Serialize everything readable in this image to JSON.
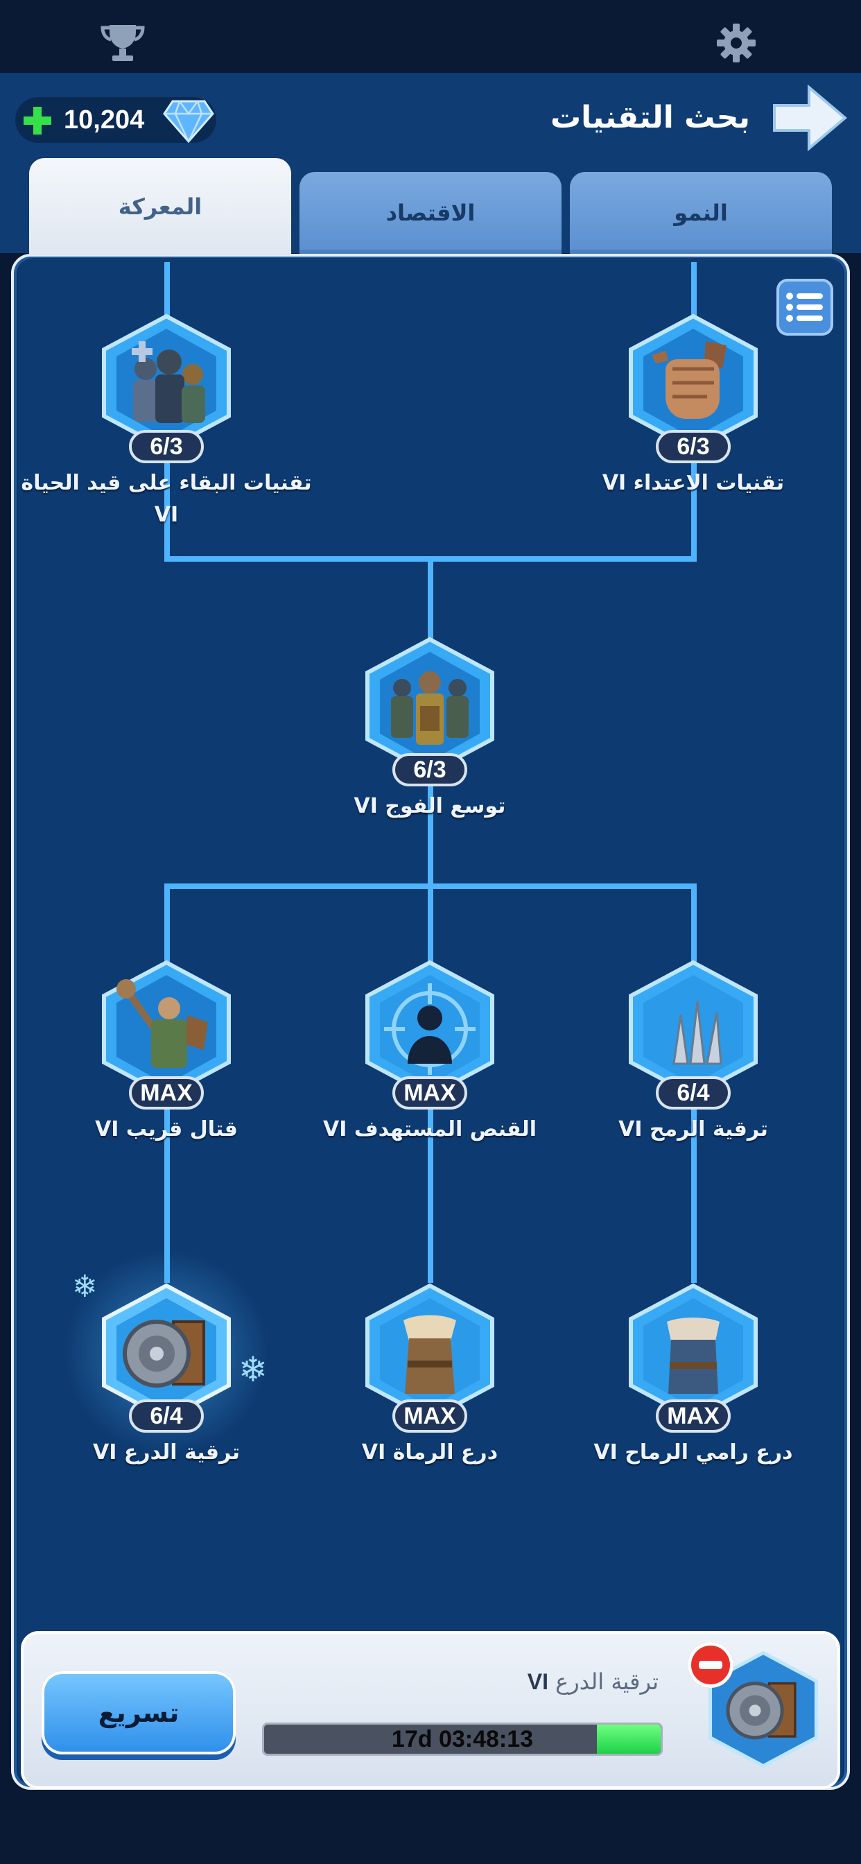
{
  "header": {
    "title": "بحث التقنيات",
    "currency_value": "10,204",
    "icons": {
      "trophy": "trophy-icon",
      "settings": "gear-icon",
      "back": "arrow-right-icon",
      "add": "plus-icon",
      "gem": "diamond-icon"
    }
  },
  "tabs": [
    {
      "label": "النمو",
      "active": false
    },
    {
      "label": "الاقتصاد",
      "active": false
    },
    {
      "label": "المعركة",
      "active": true
    }
  ],
  "tree": {
    "nodes": [
      {
        "id": "offense",
        "label": "تقنيات الاعتداء VI",
        "badge": "6/3",
        "icon": "fist-icon"
      },
      {
        "id": "survival",
        "label": "تقنيات البقاء على قيد الحياة VI",
        "badge": "6/3",
        "icon": "medic-squad-icon"
      },
      {
        "id": "squad",
        "label": "توسع الفوج VI",
        "badge": "6/3",
        "icon": "squad-icon"
      },
      {
        "id": "spear",
        "label": "ترقية الرمح VI",
        "badge": "6/4",
        "icon": "spear-icon"
      },
      {
        "id": "sniper",
        "label": "القنص المستهدف VI",
        "badge": "MAX",
        "icon": "target-icon"
      },
      {
        "id": "melee",
        "label": "قتال قريب VI",
        "badge": "MAX",
        "icon": "warrior-icon"
      },
      {
        "id": "spearman-armor",
        "label": "درع رامي الرماح VI",
        "badge": "MAX",
        "icon": "armor-icon"
      },
      {
        "id": "archer-armor",
        "label": "درع الرماة VI",
        "badge": "MAX",
        "icon": "coat-icon"
      },
      {
        "id": "armor-upgrade",
        "label": "ترقية الدرع VI",
        "badge": "6/4",
        "icon": "shield-icon"
      }
    ]
  },
  "queue": {
    "name_text": "ترقية الدرع",
    "name_level": "VI",
    "timer": "17d 03:48:13",
    "progress": 0.16,
    "speedup_label": "تسريع"
  },
  "colors": {
    "accent": "#4fb4ff",
    "panel": "#0d3a70",
    "progress": "#1fd04a"
  }
}
